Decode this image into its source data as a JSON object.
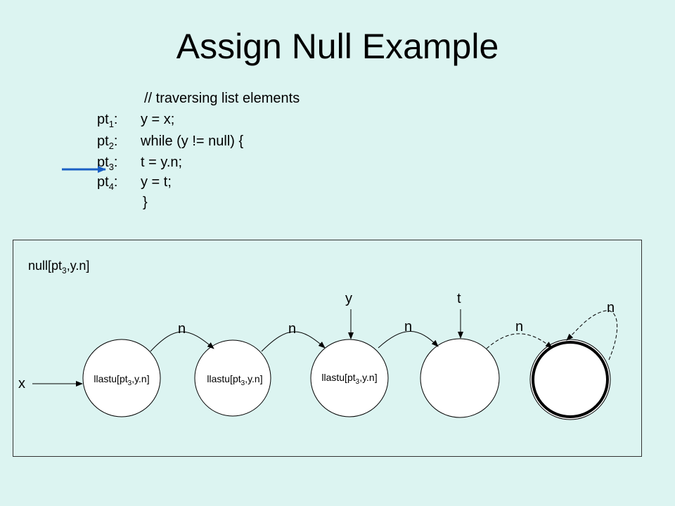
{
  "slide": {
    "title": "Assign Null Example"
  },
  "code": {
    "comment": "// traversing list elements",
    "lines": [
      {
        "pt": "pt",
        "sub": "1",
        "colon": ":",
        "stmt": "y = x;"
      },
      {
        "pt": "pt",
        "sub": "2",
        "colon": ":",
        "stmt": "while (y != null) {"
      },
      {
        "pt": "pt",
        "sub": "3",
        "colon": ":",
        "stmt": "t = y.n;"
      },
      {
        "pt": "pt",
        "sub": "4",
        "colon": ":",
        "stmt": "y = t;"
      }
    ],
    "closing_brace": "}",
    "current_line_marker_color": "#1a5fc4"
  },
  "diagram": {
    "predicate": {
      "pre": "null[pt",
      "sub": "3",
      "post": ",y.n]"
    },
    "var_x": "x",
    "var_y": "y",
    "var_t": "t",
    "edge_label": "n",
    "node_label": {
      "pre": "llastu[pt",
      "sub": "3",
      "post": ",y.n]"
    }
  }
}
